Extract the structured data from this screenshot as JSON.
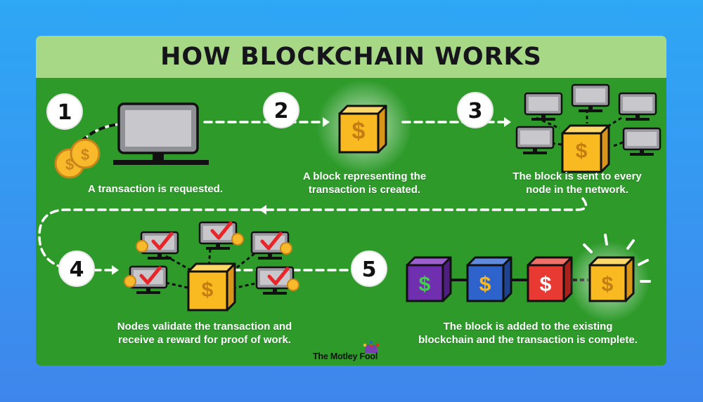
{
  "title": "HOW BLOCKCHAIN WORKS",
  "steps": [
    {
      "number": "1",
      "caption": [
        "A transaction is requested."
      ]
    },
    {
      "number": "2",
      "caption": [
        "A block representing the",
        "transaction is created."
      ]
    },
    {
      "number": "3",
      "caption": [
        "The block is sent to every",
        "node in the network."
      ]
    },
    {
      "number": "4",
      "caption": [
        "Nodes validate the transaction and",
        "receive a reward for proof of work."
      ]
    },
    {
      "number": "5",
      "caption": [
        "The block is added to the existing",
        "blockchain and the transaction is complete."
      ]
    }
  ],
  "currency_symbol": "$",
  "brand": "The Motley Fool",
  "colors": {
    "background": "#3f86ec",
    "panel": "#2d9a2a",
    "title_bar": "#a7d886",
    "block_gold": "#f9b921",
    "block_purple": "#6f2fae",
    "block_blue": "#2f63cc",
    "block_red": "#e83a32",
    "check": "#e8262a",
    "coin": "#f8b92a"
  }
}
